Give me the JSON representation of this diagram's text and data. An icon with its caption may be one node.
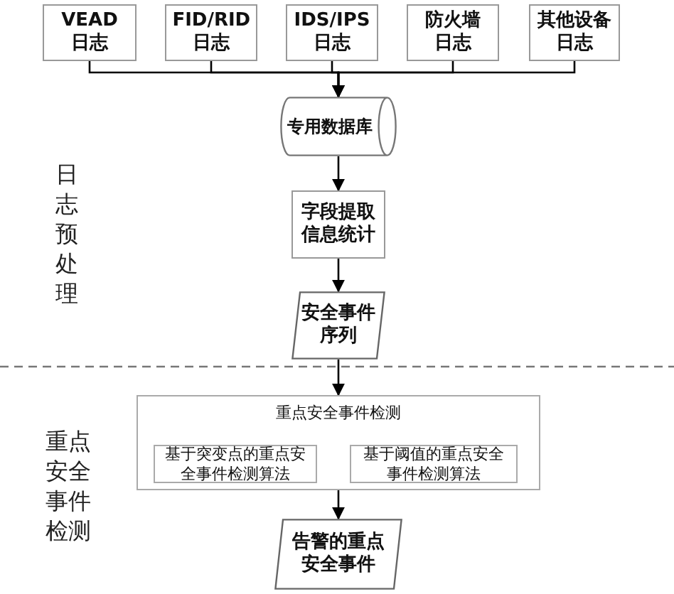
{
  "diagram": {
    "nodes": [
      {
        "text": [
          "VEAD 日志"
        ]
      },
      {
        "text": [
          "FID/RID 日志"
        ]
      },
      {
        "text": [
          "IDS/IPS 日志"
        ]
      },
      {
        "text": [
          "防火墙日志"
        ]
      },
      {
        "text": [
          "其他设备日志"
        ]
      },
      {
        "text": [
          "专用数据库"
        ]
      },
      {
        "text": [
          "字段提取信息统计"
        ]
      },
      {
        "text": [
          "安全事件序列"
        ]
      },
      {
        "text": [
          "重点安全事件检测"
        ]
      },
      {
        "text": [
          "基于突变点的重点安全事件检测算法"
        ],
        "in": 8
      },
      {
        "text": [
          "基于阈值的重点安全事件检测算法"
        ],
        "in": 8
      },
      {
        "text": [
          "告警的重点安全事件"
        ]
      }
    ],
    "edges": [
      {
        "from": 0,
        "to": 5,
        "arrow": "to"
      },
      {
        "from": 1,
        "to": 5,
        "arrow": "to"
      },
      {
        "from": 2,
        "to": 5,
        "arrow": "to"
      },
      {
        "from": 3,
        "to": 5,
        "arrow": "to"
      },
      {
        "from": 4,
        "to": 5,
        "arrow": "to"
      },
      {
        "from": 5,
        "to": 6,
        "arrow": "to"
      },
      {
        "from": 6,
        "to": 7,
        "arrow": "to"
      },
      {
        "from": 7,
        "to": 8,
        "arrow": "to"
      },
      {
        "from": 8,
        "to": 11,
        "arrow": "to"
      }
    ],
    "labels": [
      "日志预处理",
      "重点安全事件检测"
    ]
  }
}
